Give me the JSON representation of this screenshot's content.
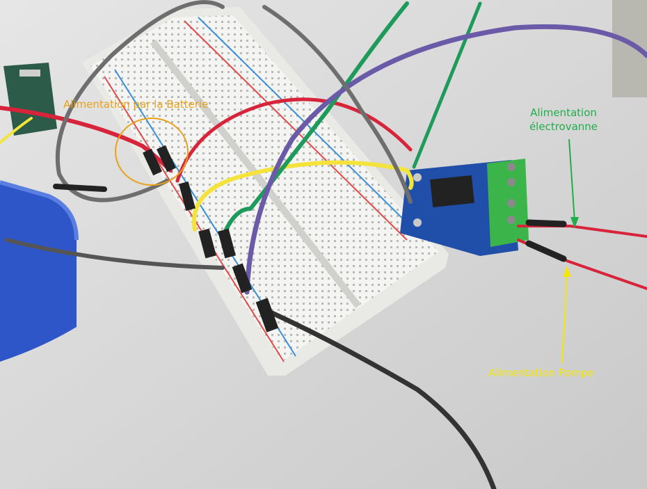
{
  "annotations": {
    "battery": {
      "text": "Alimentation par la Batterie",
      "color": "#e8a21a"
    },
    "valve": {
      "line1": "Alimentation",
      "line2": "électrovanne",
      "color": "#1fae4a"
    },
    "pump": {
      "text": "Alimentation Pompe",
      "color": "#f2e60c"
    }
  },
  "scene": {
    "background": "#d9d9d9",
    "breadboard_color": "#f4f4f2",
    "module_color": "#1f4fa8",
    "terminal_color": "#3bb54a",
    "wire_colors": {
      "red": "#d8243a",
      "yellow": "#f3e33a",
      "green": "#1e9a5b",
      "purple": "#6a5aa8",
      "gray": "#6e6e6e",
      "black": "#333333"
    }
  }
}
